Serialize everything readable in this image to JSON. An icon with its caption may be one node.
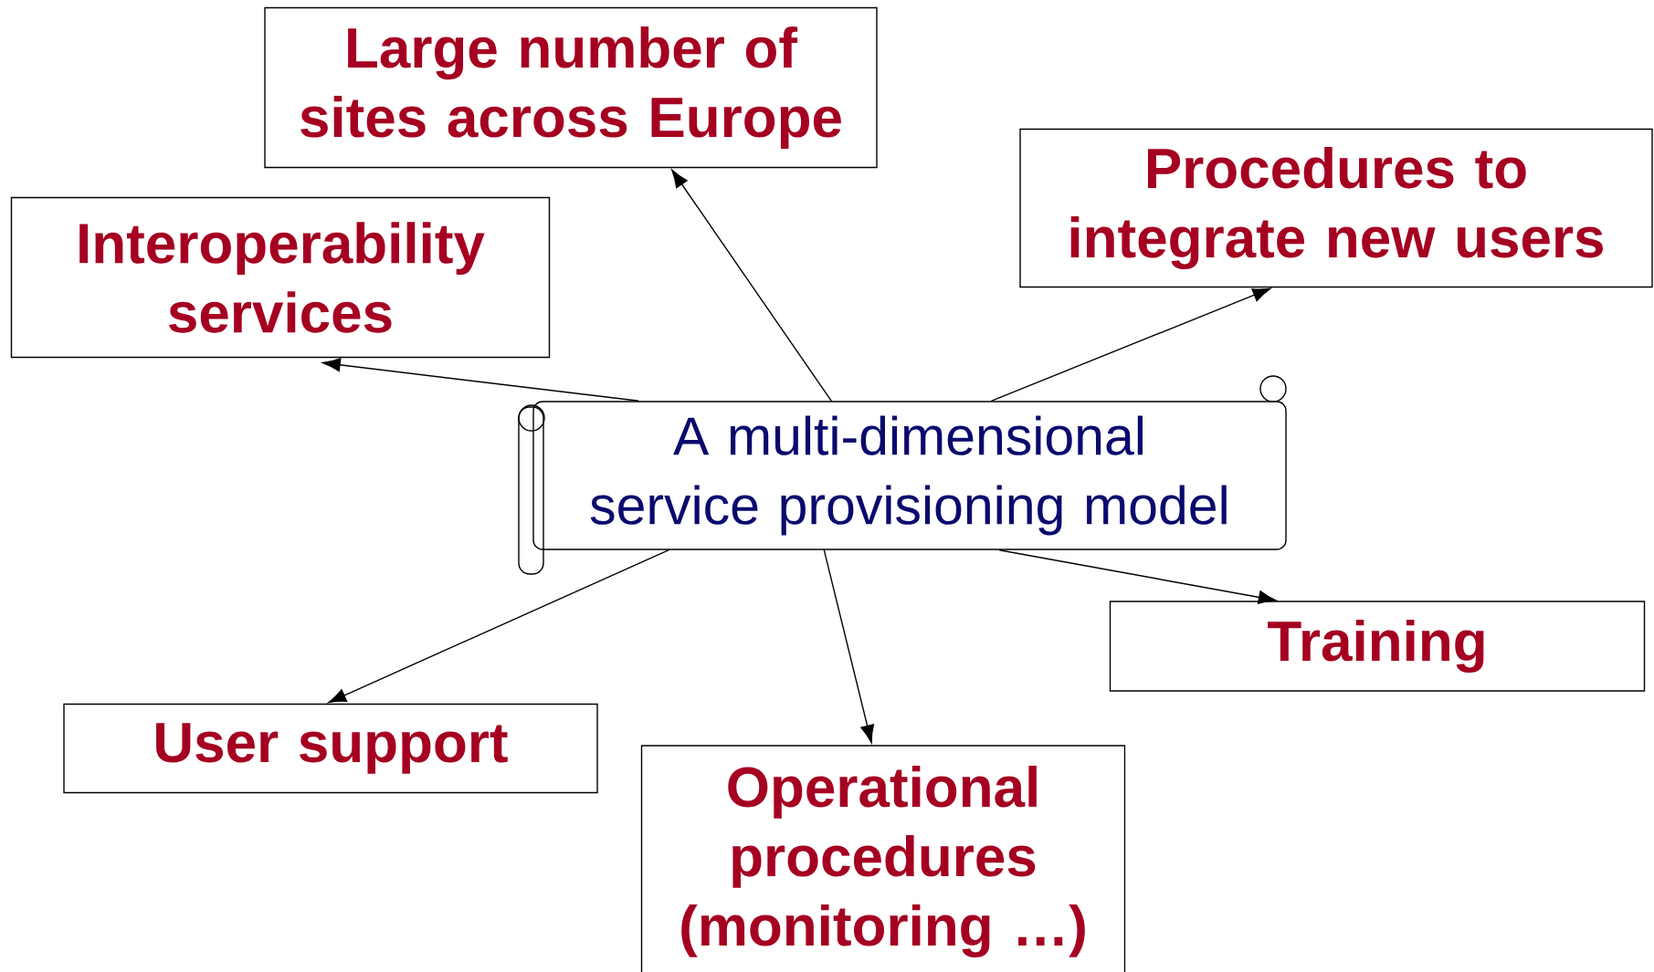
{
  "diagram": {
    "nodes": [
      {
        "text": [
          "Large number of sites across Europe"
        ]
      },
      {
        "text": [
          "Procedures to integrate new users"
        ]
      },
      {
        "text": [
          "Interoperability services"
        ]
      },
      {
        "text": [
          "A multi-dimensional service provisioning model"
        ]
      },
      {
        "text": [
          "Training"
        ]
      },
      {
        "text": [
          "User support"
        ]
      },
      {
        "text": [
          "Operational procedures (monitoring …)"
        ]
      }
    ],
    "edges": [
      {
        "from": 3,
        "to": 0,
        "arrow": "to"
      },
      {
        "from": 3,
        "to": 2,
        "arrow": "to"
      },
      {
        "from": 3,
        "to": 1,
        "arrow": "to"
      },
      {
        "from": 3,
        "to": 4,
        "arrow": "to"
      },
      {
        "from": 3,
        "to": 5,
        "arrow": "to"
      },
      {
        "from": 3,
        "to": 6,
        "arrow": "to"
      }
    ]
  }
}
